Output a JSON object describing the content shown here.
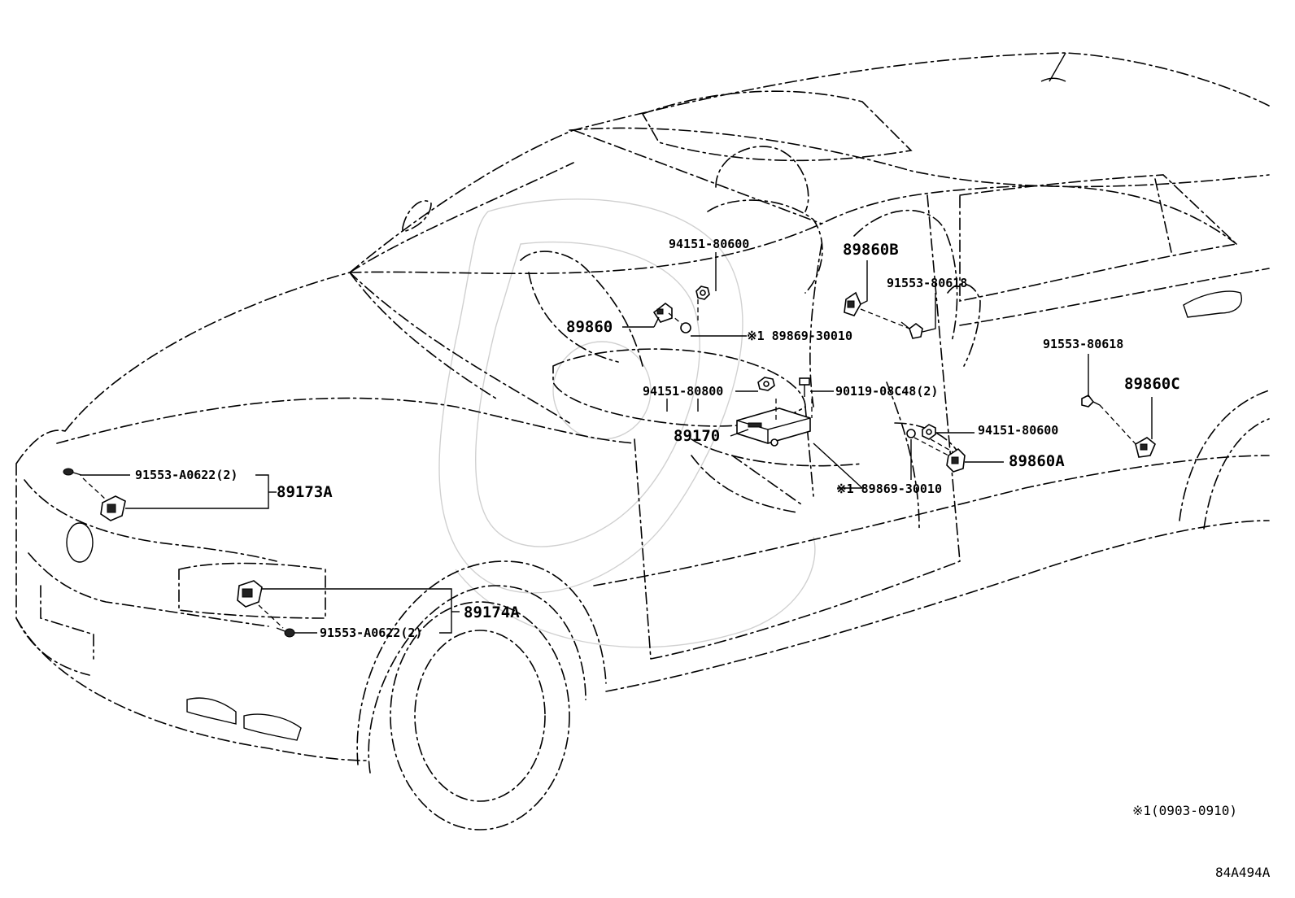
{
  "labels": {
    "p94151_80600_top": "94151-80600",
    "p89860B": "89860B",
    "p91553_80618_top": "91553-80618",
    "p89860": "89860",
    "p89869_30010_top": "※1 89869-30010",
    "p91553_80618_right": "91553-80618",
    "p89860C": "89860C",
    "p94151_80800": "94151-80800",
    "p90119_08C48": "90119-08C48(2)",
    "p89170": "89170",
    "p94151_80600_right": "94151-80600",
    "p89860A": "89860A",
    "p91553_A0622_left": "91553-A0622(2)",
    "p89173A": "89173A",
    "p89869_30010_bottom": "※1 89869-30010",
    "p89174A": "89174A",
    "p91553_A0622_bottom": "91553-A0622(2)"
  },
  "footnote": "※1(0903-0910)",
  "diagram_code": "84A494A"
}
